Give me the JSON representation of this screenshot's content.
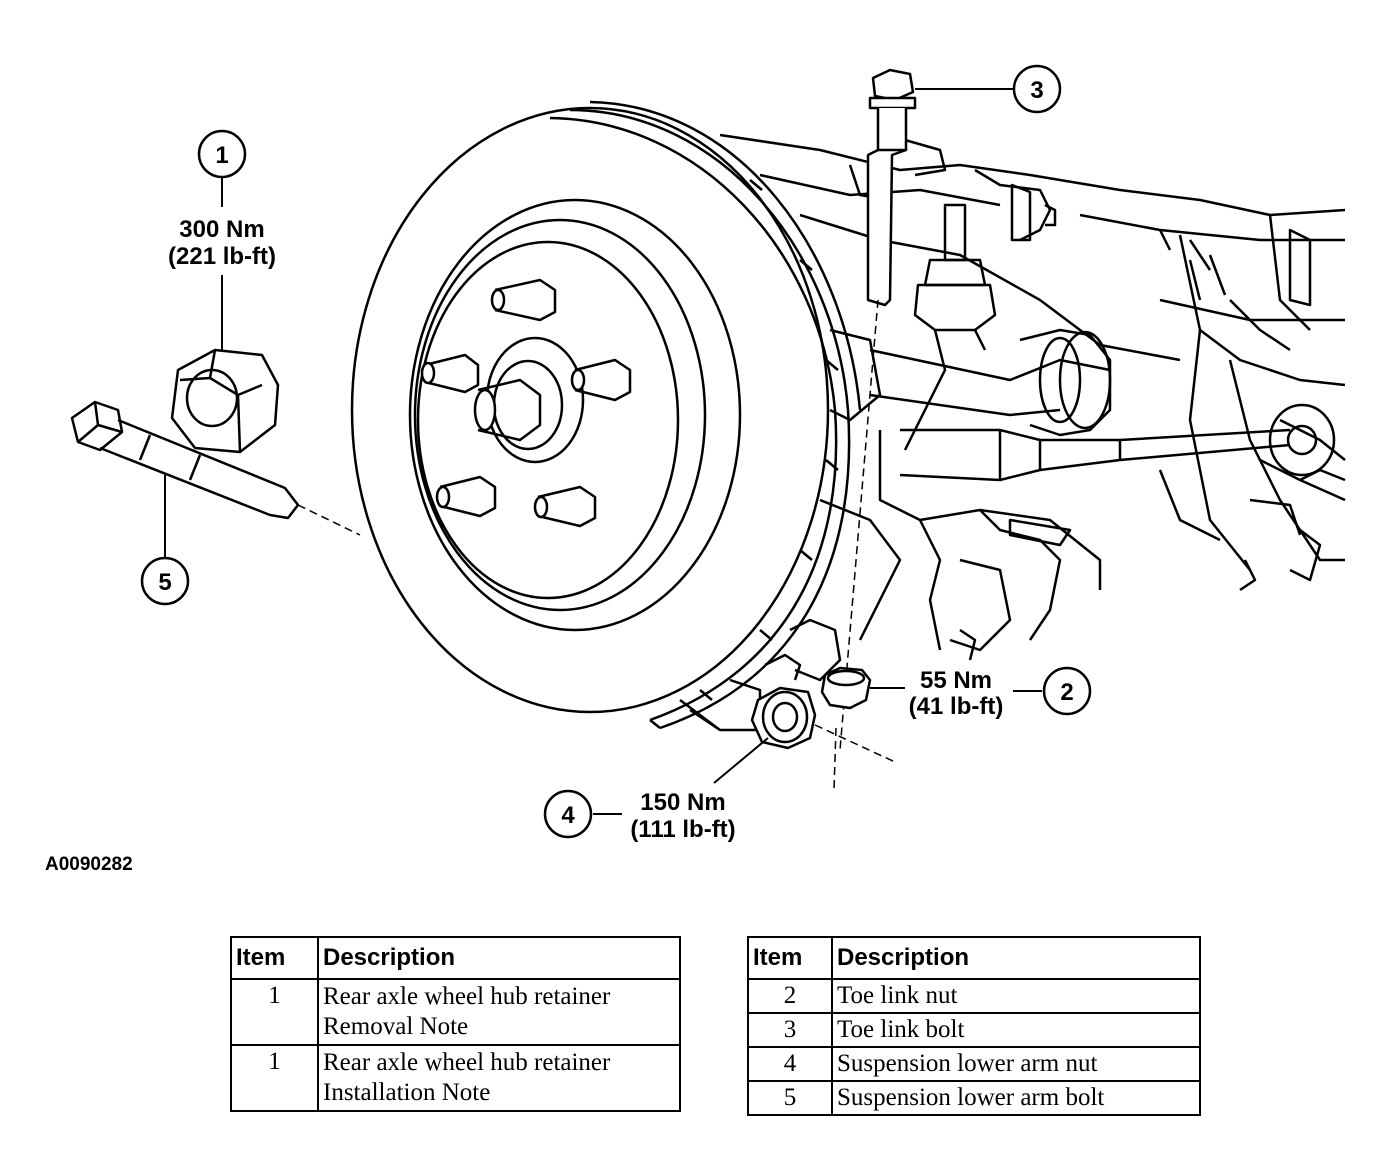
{
  "figure_id": "A0090282",
  "callouts": [
    {
      "num": "1",
      "torque_nm": "300 Nm",
      "torque_lbft": "(221 lb-ft)"
    },
    {
      "num": "2",
      "torque_nm": "55 Nm",
      "torque_lbft": "(41 lb-ft)"
    },
    {
      "num": "3"
    },
    {
      "num": "4",
      "torque_nm": "150 Nm",
      "torque_lbft": "(111 lb-ft)"
    },
    {
      "num": "5"
    }
  ],
  "tables": {
    "left": {
      "headers": [
        "Item",
        "Description"
      ],
      "rows": [
        {
          "item": "1",
          "desc_lines": [
            "Rear axle wheel hub retainer",
            "Removal Note"
          ]
        },
        {
          "item": "1",
          "desc_lines": [
            "Rear axle wheel hub retainer",
            "Installation Note"
          ]
        }
      ]
    },
    "right": {
      "headers": [
        "Item",
        "Description"
      ],
      "rows": [
        {
          "item": "2",
          "desc": "Toe link nut"
        },
        {
          "item": "3",
          "desc": "Toe link bolt"
        },
        {
          "item": "4",
          "desc": "Suspension lower arm nut"
        },
        {
          "item": "5",
          "desc": "Suspension lower arm bolt"
        }
      ]
    }
  }
}
